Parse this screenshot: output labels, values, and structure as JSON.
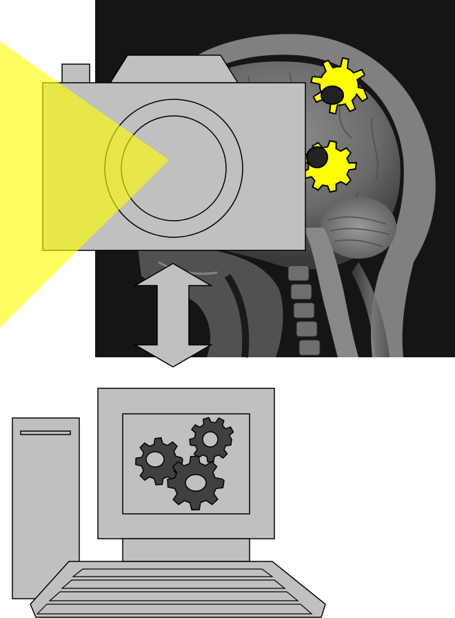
{
  "diagram": {
    "elements": [
      {
        "id": "mri-scan",
        "description_icon": "mri-brain-scan"
      },
      {
        "id": "camera",
        "description_icon": "camera-icon"
      },
      {
        "id": "light-beam",
        "description_icon": "light-beam"
      },
      {
        "id": "brain-gears",
        "description_icon": "gear-icon",
        "count": 2
      },
      {
        "id": "double-arrow",
        "description_icon": "double-arrow-icon"
      },
      {
        "id": "computer",
        "description_icon": "computer-icon"
      },
      {
        "id": "screen-gears",
        "description_icon": "gear-icon",
        "count": 3
      }
    ],
    "colors": {
      "background": "#ffffff",
      "scan_background": "#151515",
      "device_gray": "#c0c0c0",
      "outline": "#000000",
      "beam_yellow": "#ffff00",
      "brain_gear_yellow": "#ffff00",
      "screen_gear_dark": "#404040"
    }
  }
}
